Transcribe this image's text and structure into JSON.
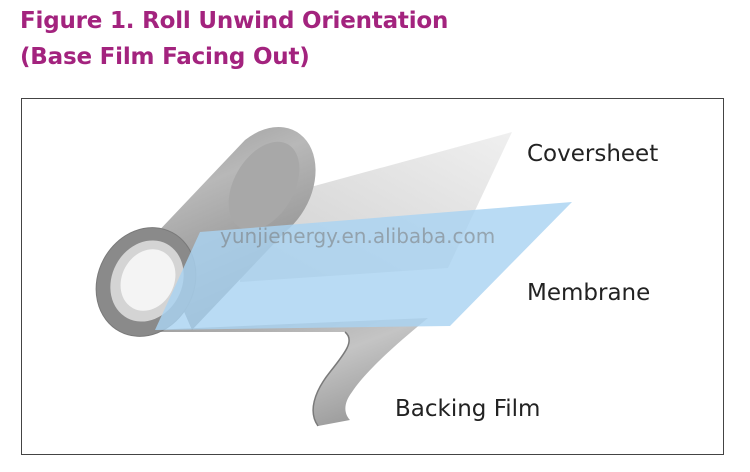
{
  "figure": {
    "title_line1": "Figure 1. Roll Unwind Orientation",
    "title_line2": "(Base Film Facing Out)",
    "title_color": "#a3237e"
  },
  "diagram": {
    "labels": {
      "coversheet": "Coversheet",
      "membrane": "Membrane",
      "backing_film": "Backing Film"
    },
    "watermark": "yunjienergy.en.alibaba.com",
    "colors": {
      "roll": "#8f8f8f",
      "coversheet": "#d9d9d9",
      "membrane": "#a9d3f2",
      "backing_film": "#b3b3b3"
    }
  }
}
